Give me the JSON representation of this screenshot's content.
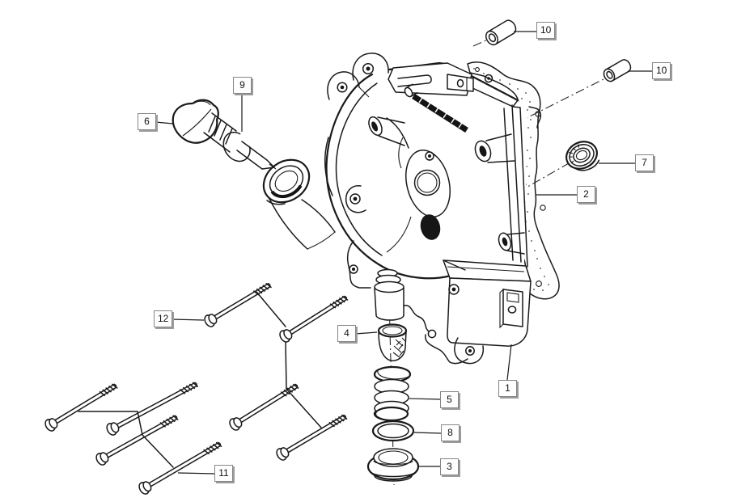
{
  "figure": {
    "background_color": "#ffffff",
    "ink_color": "#1a1a1a",
    "callout_border_color": "#868686",
    "callout_shadow_color": "#9c9c9c"
  },
  "callouts": [
    {
      "label": "10"
    },
    {
      "label": "10"
    },
    {
      "label": "9"
    },
    {
      "label": "6"
    },
    {
      "label": "7"
    },
    {
      "label": "2"
    },
    {
      "label": "1"
    },
    {
      "label": "12"
    },
    {
      "label": "11"
    },
    {
      "label": "4"
    },
    {
      "label": "5"
    },
    {
      "label": "8"
    },
    {
      "label": "3"
    }
  ]
}
